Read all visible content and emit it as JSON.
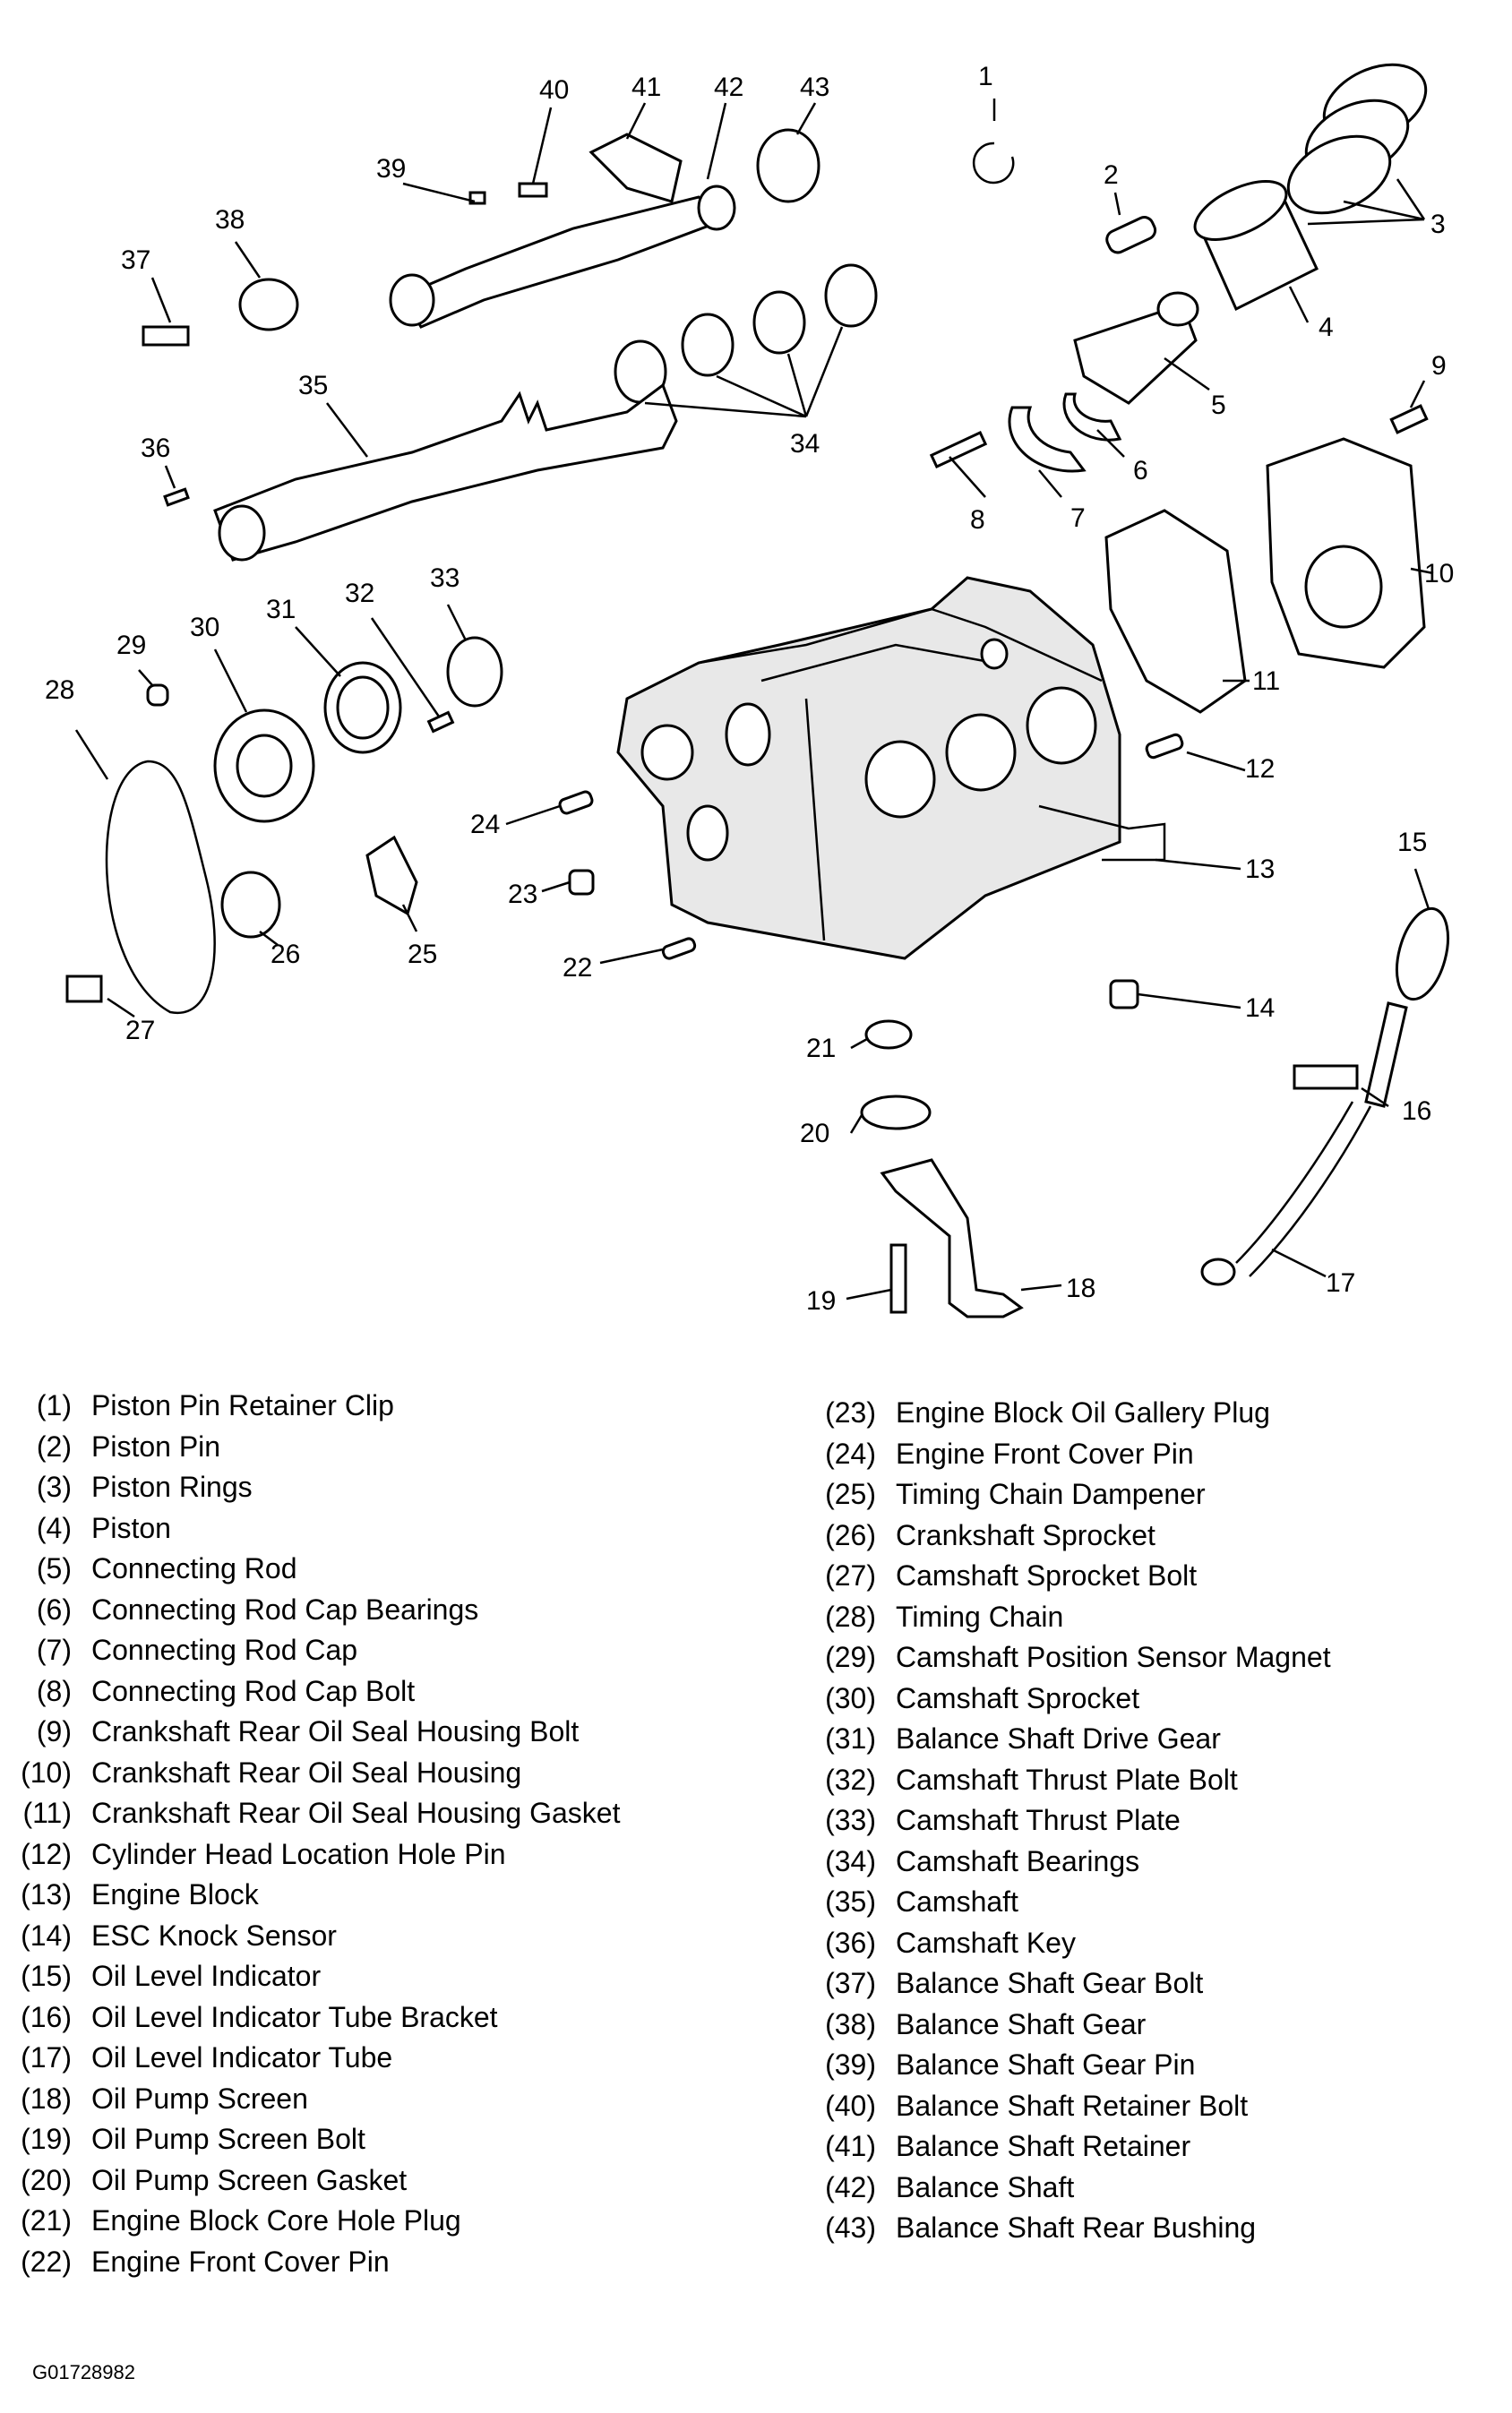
{
  "callouts": [
    "1",
    "2",
    "3",
    "4",
    "5",
    "6",
    "7",
    "8",
    "9",
    "10",
    "11",
    "12",
    "13",
    "14",
    "15",
    "16",
    "17",
    "18",
    "19",
    "20",
    "21",
    "22",
    "23",
    "24",
    "25",
    "26",
    "27",
    "28",
    "29",
    "30",
    "31",
    "32",
    "33",
    "34",
    "35",
    "36",
    "37",
    "38",
    "39",
    "40",
    "41",
    "42",
    "43"
  ],
  "legend_left": [
    {
      "num": "(1)",
      "label": "Piston Pin Retainer Clip"
    },
    {
      "num": "(2)",
      "label": "Piston Pin"
    },
    {
      "num": "(3)",
      "label": "Piston Rings"
    },
    {
      "num": "(4)",
      "label": "Piston"
    },
    {
      "num": "(5)",
      "label": "Connecting Rod"
    },
    {
      "num": "(6)",
      "label": "Connecting Rod Cap Bearings"
    },
    {
      "num": "(7)",
      "label": "Connecting Rod Cap"
    },
    {
      "num": "(8)",
      "label": "Connecting Rod Cap Bolt"
    },
    {
      "num": "(9)",
      "label": "Crankshaft Rear Oil Seal Housing Bolt"
    },
    {
      "num": "(10)",
      "label": "Crankshaft Rear Oil Seal Housing"
    },
    {
      "num": "(11)",
      "label": "Crankshaft Rear Oil Seal Housing Gasket"
    },
    {
      "num": "(12)",
      "label": "Cylinder Head Location Hole Pin"
    },
    {
      "num": "(13)",
      "label": "Engine Block"
    },
    {
      "num": "(14)",
      "label": "ESC Knock Sensor"
    },
    {
      "num": "(15)",
      "label": "Oil Level Indicator"
    },
    {
      "num": "(16)",
      "label": "Oil Level Indicator Tube Bracket"
    },
    {
      "num": "(17)",
      "label": "Oil Level Indicator Tube"
    },
    {
      "num": "(18)",
      "label": "Oil Pump Screen"
    },
    {
      "num": "(19)",
      "label": "Oil Pump Screen Bolt"
    },
    {
      "num": "(20)",
      "label": "Oil Pump Screen Gasket"
    },
    {
      "num": "(21)",
      "label": "Engine Block Core Hole Plug"
    },
    {
      "num": "(22)",
      "label": "Engine Front Cover Pin"
    }
  ],
  "legend_right": [
    {
      "num": "(23)",
      "label": "Engine Block Oil Gallery Plug"
    },
    {
      "num": "(24)",
      "label": "Engine Front Cover Pin"
    },
    {
      "num": "(25)",
      "label": "Timing Chain Dampener"
    },
    {
      "num": "(26)",
      "label": "Crankshaft Sprocket"
    },
    {
      "num": "(27)",
      "label": "Camshaft Sprocket Bolt"
    },
    {
      "num": "(28)",
      "label": "Timing Chain"
    },
    {
      "num": "(29)",
      "label": "Camshaft Position Sensor Magnet"
    },
    {
      "num": "(30)",
      "label": "Camshaft Sprocket"
    },
    {
      "num": "(31)",
      "label": "Balance Shaft Drive Gear"
    },
    {
      "num": "(32)",
      "label": "Camshaft Thrust Plate Bolt"
    },
    {
      "num": "(33)",
      "label": "Camshaft Thrust Plate"
    },
    {
      "num": "(34)",
      "label": "Camshaft Bearings"
    },
    {
      "num": "(35)",
      "label": "Camshaft"
    },
    {
      "num": "(36)",
      "label": "Camshaft Key"
    },
    {
      "num": "(37)",
      "label": "Balance Shaft Gear Bolt"
    },
    {
      "num": "(38)",
      "label": "Balance Shaft Gear"
    },
    {
      "num": "(39)",
      "label": "Balance Shaft Gear Pin"
    },
    {
      "num": "(40)",
      "label": "Balance Shaft Retainer Bolt"
    },
    {
      "num": "(41)",
      "label": "Balance Shaft Retainer"
    },
    {
      "num": "(42)",
      "label": "Balance Shaft"
    },
    {
      "num": "(43)",
      "label": "Balance Shaft Rear Bushing"
    }
  ],
  "figure_id": "G01728982"
}
